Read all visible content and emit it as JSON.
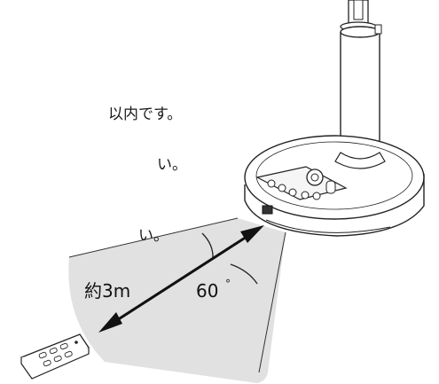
{
  "text_fragments": [
    "以内です。",
    "い。",
    "い。"
  ],
  "range_label": "約3m",
  "angle_label": "60",
  "angle_unit": "°"
}
